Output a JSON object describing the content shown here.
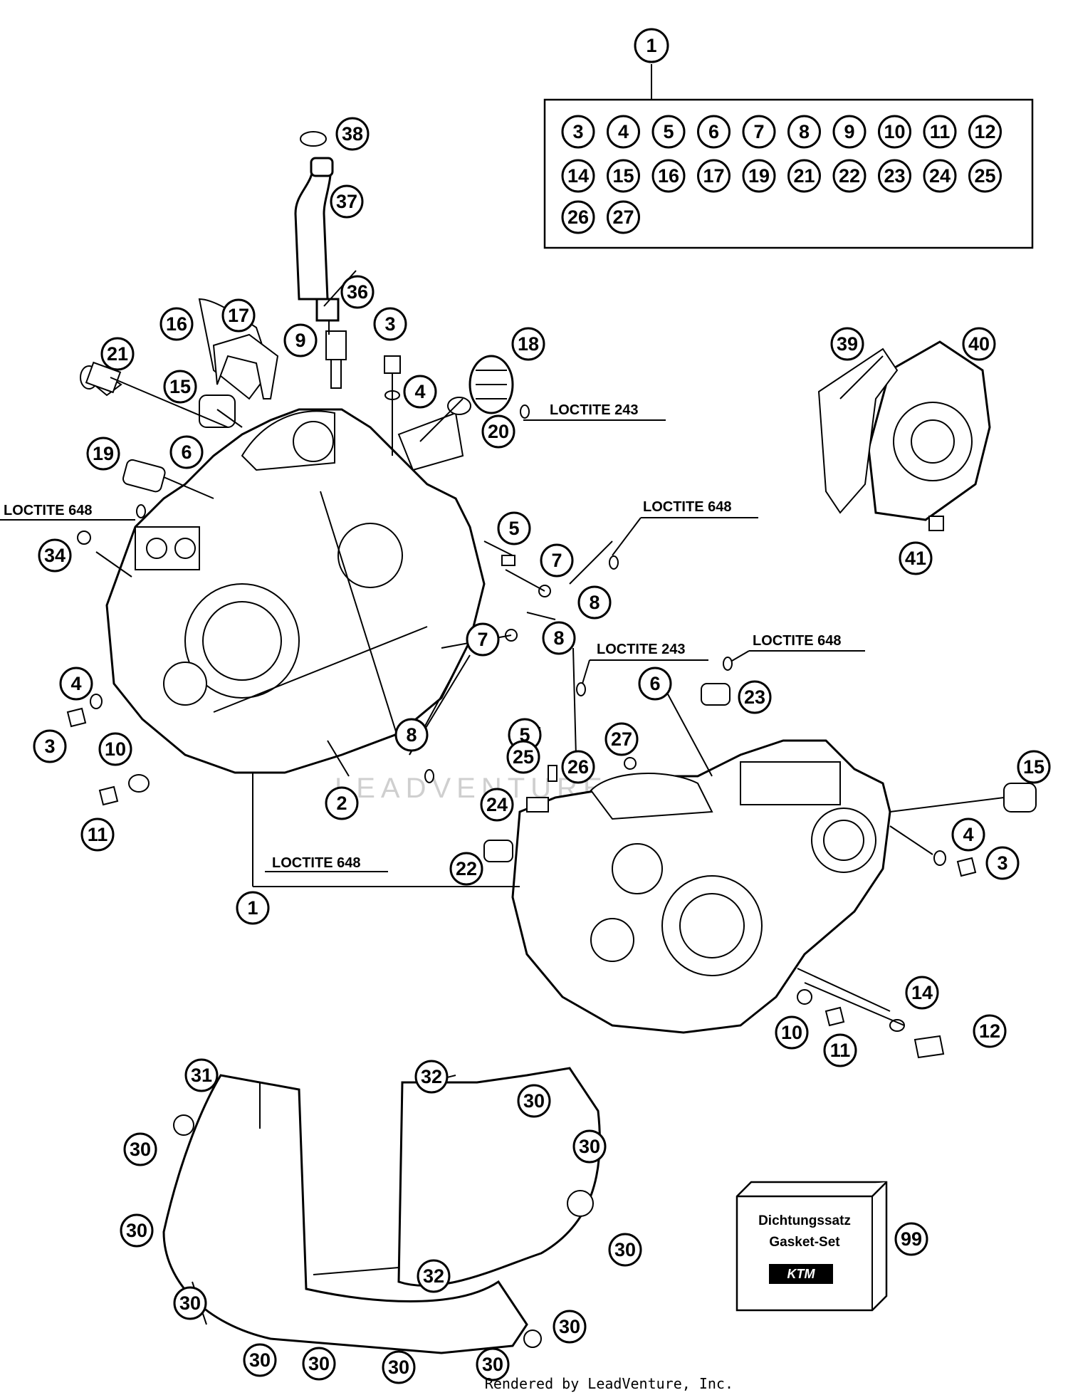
{
  "kit_header_number": "1",
  "kit_members": [
    "3",
    "4",
    "5",
    "6",
    "7",
    "8",
    "9",
    "10",
    "11",
    "12",
    "14",
    "15",
    "16",
    "17",
    "19",
    "21",
    "22",
    "23",
    "24",
    "25",
    "26",
    "27"
  ],
  "callouts": {
    "c38": "38",
    "c37": "37",
    "c36": "36",
    "c16": "16",
    "c17": "17",
    "c9": "9",
    "c3": "3",
    "c18": "18",
    "c4": "4",
    "c20": "20",
    "c21": "21",
    "c15": "15",
    "c19": "19",
    "c6": "6",
    "c34": "34",
    "c5": "5",
    "c7": "7",
    "c8": "8",
    "c10": "10",
    "c11": "11",
    "c2": "2",
    "c22": "22",
    "c23": "23",
    "c24": "24",
    "c25": "25",
    "c26": "26",
    "c27": "27",
    "c1": "1",
    "c14": "14",
    "c12": "12",
    "c39": "39",
    "c40": "40",
    "c41": "41",
    "c30": "30",
    "c31": "31",
    "c32": "32",
    "c99": "99"
  },
  "annotations": {
    "loctite_243": "LOCTITE 243",
    "loctite_648": "LOCTITE 648"
  },
  "gasket_box": {
    "line1": "Dichtungssatz",
    "line2": "Gasket-Set",
    "brand": "KTM"
  },
  "watermark": "LEADVENTURE",
  "footer": "Rendered by LeadVenture, Inc."
}
